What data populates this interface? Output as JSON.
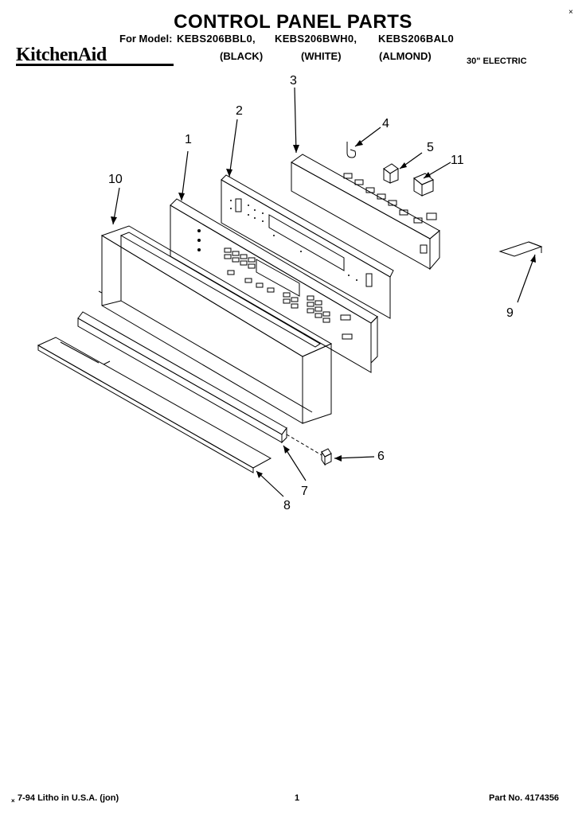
{
  "header": {
    "title": "CONTROL PANEL PARTS",
    "for_model_label": "For Model:",
    "models": [
      "KEBS206BBL0,",
      "KEBS206BWH0,",
      "KEBS206BAL0"
    ],
    "colors": [
      "(BLACK)",
      "(WHITE)",
      "(ALMOND)"
    ],
    "brand": "KitchenAid",
    "electric": "30\" ELECTRIC",
    "corner_mark": "×"
  },
  "callouts": [
    "1",
    "2",
    "3",
    "4",
    "5",
    "6",
    "7",
    "8",
    "9",
    "10",
    "11"
  ],
  "footer": {
    "litho": "7-94 Litho in U.S.A. (jon)",
    "litho_prefix": "×",
    "page": "1",
    "part_no": "Part No. 4174356"
  }
}
